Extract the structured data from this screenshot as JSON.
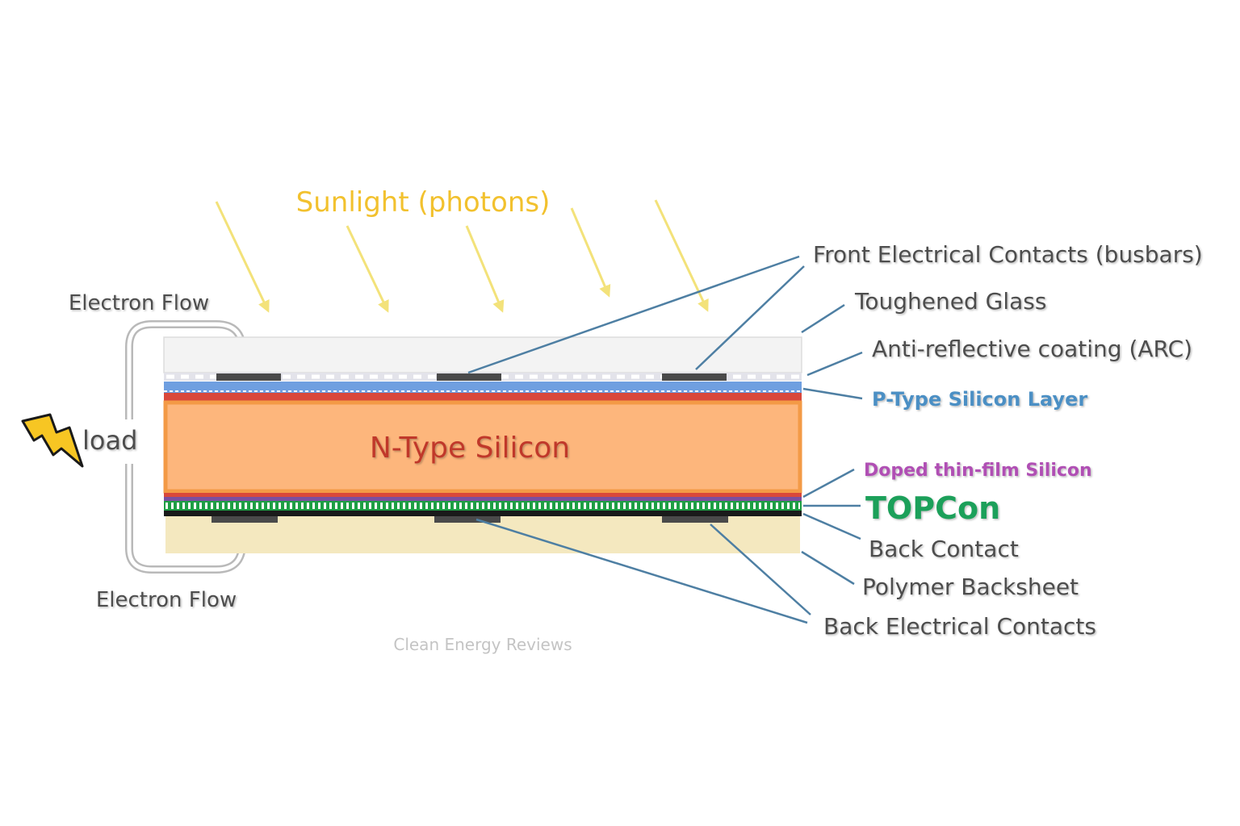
{
  "sunlight": {
    "label": "Sunlight (photons)",
    "color": "#f2c12e",
    "arrow_color": "#f3e27a"
  },
  "circuit": {
    "top_label": "Electron Flow",
    "bottom_label": "Electron Flow",
    "load_label": "load",
    "bolt_icon": "lightning-bolt-icon",
    "wire_color": "#b9b9b9"
  },
  "cell": {
    "center_label": "N-Type Silicon",
    "colors": {
      "glass": "#f3f3f3",
      "arc": "#6f9fe0",
      "p_type": "#d9483b",
      "n_type": "#fdb67c",
      "n_type_border": "#f39a46",
      "doped_film": "#7a4fa0",
      "topcon": "#1e9e44",
      "back_contact": "#1a1a1a",
      "backsheet": "#f4e8bf",
      "contact_pad": "#4a4a4a",
      "center_text": "#c0392b",
      "leader": "#4e7fa3"
    }
  },
  "labels": {
    "front_contacts": "Front Electrical Contacts (busbars)",
    "toughened_glass": "Toughened Glass",
    "arc": "Anti-reflective coating (ARC)",
    "p_type": "P-Type Silicon Layer",
    "doped_film": "Doped thin-film Silicon",
    "topcon": "TOPCon",
    "back_contact": "Back Contact",
    "backsheet": "Polymer Backsheet",
    "back_contacts": "Back Electrical Contacts"
  },
  "label_colors": {
    "default": "#4d4d4d",
    "p_type": "#4b8fc4",
    "doped_film": "#b04fb4",
    "topcon": "#1ea05a"
  },
  "watermark": "Clean Energy Reviews"
}
